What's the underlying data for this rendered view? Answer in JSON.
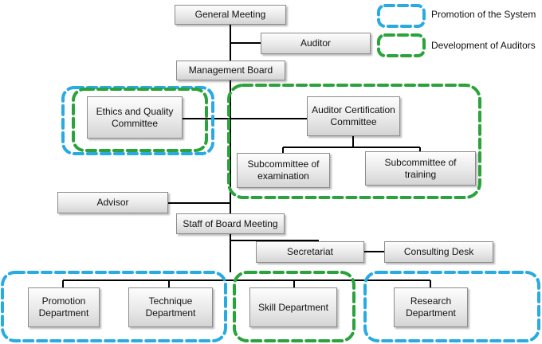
{
  "legend": {
    "promotion": {
      "label": "Promotion of the System",
      "color": "#29abe2"
    },
    "development": {
      "label": "Development of Auditors",
      "color": "#2aa33b"
    }
  },
  "nodes": {
    "general_meeting": "General Meeting",
    "auditor": "Auditor",
    "management_board": "Management Board",
    "ethics_committee": "Ethics and Quality Committee",
    "certification_committee": "Auditor Certification Committee",
    "subcommittee_examination": "Subcommittee of examination",
    "subcommittee_training": "Subcommittee of training",
    "advisor": "Advisor",
    "staff_board_meeting": "Staff of Board Meeting",
    "secretariat": "Secretariat",
    "consulting_desk": "Consulting Desk",
    "promotion_department": "Promotion Department",
    "technique_department": "Technique Department",
    "skill_department": "Skill Department",
    "research_department": "Research Department"
  }
}
